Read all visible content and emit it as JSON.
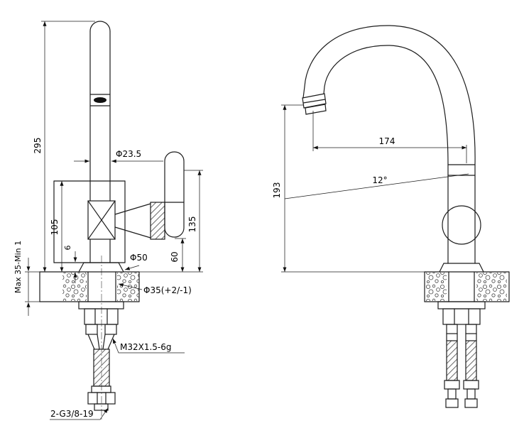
{
  "drawing": {
    "front_view": {
      "overall_height": "295",
      "body_height": "105",
      "flange_height": "6",
      "deck_thickness": "Max 35-Min 1",
      "spout_diameter": "Φ23.5",
      "handle_top_height": "135",
      "handle_bottom_height": "60",
      "base_diameter": "Φ50",
      "hole_diameter": "Φ35(+2/-1)",
      "shank_thread": "M32X1.5-6g",
      "hose_thread": "2-G3/8-19"
    },
    "side_view": {
      "spout_reach": "174",
      "spout_height": "193",
      "spout_angle": "12°"
    }
  }
}
